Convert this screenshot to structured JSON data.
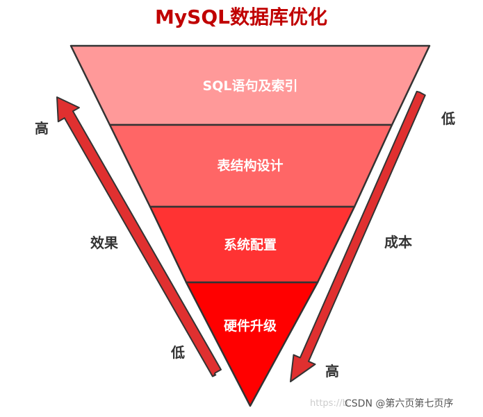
{
  "title": "MySQL数据库优化",
  "layers": [
    {
      "label": "SQL语句及索引",
      "color": "#FF9999"
    },
    {
      "label": "表结构设计",
      "color": "#FF6666"
    },
    {
      "label": "系统配置",
      "color": "#FF3333"
    },
    {
      "label": "硬件升级",
      "color": "#FF0000"
    }
  ],
  "left_axis": {
    "label": "效果",
    "top": "高",
    "bottom": "低"
  },
  "right_axis": {
    "label": "成本",
    "top": "低",
    "bottom": "高"
  },
  "colors": {
    "title": "#C00000",
    "arrow": "#E03030",
    "outline": "#333333"
  },
  "watermark": {
    "faint": "https://b",
    "main": "CSDN @第六页第七页序"
  }
}
